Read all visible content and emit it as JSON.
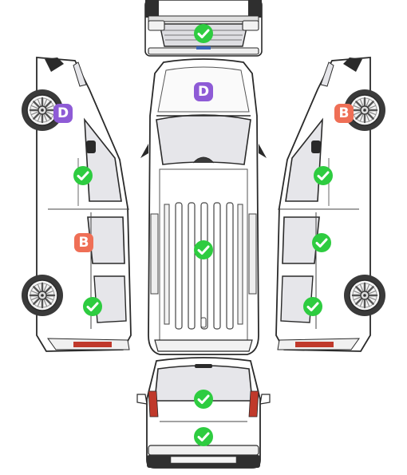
{
  "colors": {
    "check": "#2ecc40",
    "badge_d": "#8e5bd6",
    "badge_b": "#ef6f56",
    "outline": "#2a2a2a",
    "glass": "#e6e6ea",
    "body": "#ffffff",
    "tail_light": "#c0392b"
  },
  "status_markers": [
    {
      "view": "front",
      "status": "ok",
      "icon": "check-circle-icon"
    },
    {
      "view": "left-side-front-door",
      "status": "ok",
      "icon": "check-circle-icon"
    },
    {
      "view": "left-side-rear-door",
      "status": "ok",
      "icon": "check-circle-icon"
    },
    {
      "view": "roof",
      "status": "ok",
      "icon": "check-circle-icon"
    },
    {
      "view": "right-side-front-door",
      "status": "ok",
      "icon": "check-circle-icon"
    },
    {
      "view": "right-side-middle-door",
      "status": "ok",
      "icon": "check-circle-icon"
    },
    {
      "view": "right-side-rear-door",
      "status": "ok",
      "icon": "check-circle-icon"
    },
    {
      "view": "rear-window",
      "status": "ok",
      "icon": "check-circle-icon"
    },
    {
      "view": "rear-bumper",
      "status": "ok",
      "icon": "check-circle-icon"
    }
  ],
  "damage_badges": [
    {
      "code": "D",
      "view": "hood"
    },
    {
      "code": "D",
      "view": "left-front-wheel"
    },
    {
      "code": "B",
      "view": "left-side-panel"
    },
    {
      "code": "B",
      "view": "right-front-wheel"
    }
  ]
}
